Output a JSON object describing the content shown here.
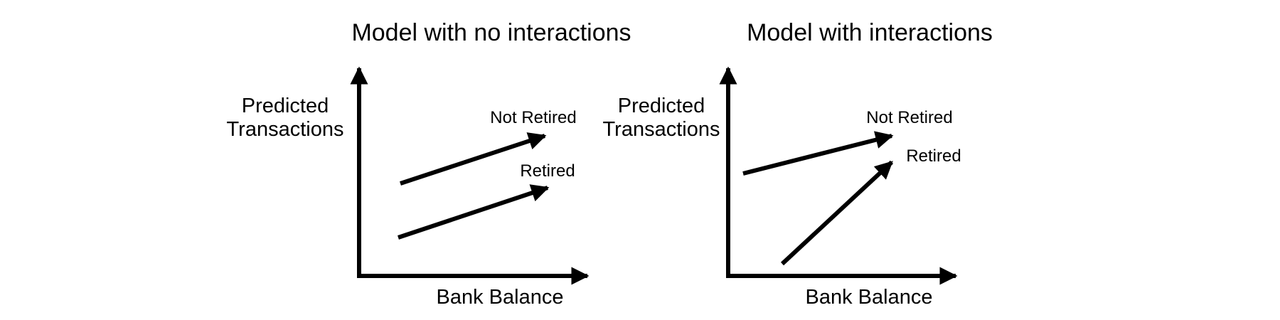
{
  "colors": {
    "ink": "#000000",
    "background": "#ffffff"
  },
  "panels": [
    {
      "title": "Model with no interactions",
      "y_label": [
        "Predicted",
        "Transactions"
      ],
      "x_label": "Bank Balance",
      "lines": [
        {
          "label": "Not Retired",
          "trend": "upward, same slope as Retired, higher intercept"
        },
        {
          "label": "Retired",
          "trend": "upward, same slope as Not Retired, lower intercept"
        }
      ]
    },
    {
      "title": "Model with interactions",
      "y_label": [
        "Predicted",
        "Transactions"
      ],
      "x_label": "Bank Balance",
      "lines": [
        {
          "label": "Not Retired",
          "trend": "upward, shallow slope, higher intercept"
        },
        {
          "label": "Retired",
          "trend": "upward, steep slope, lower intercept"
        }
      ]
    }
  ]
}
